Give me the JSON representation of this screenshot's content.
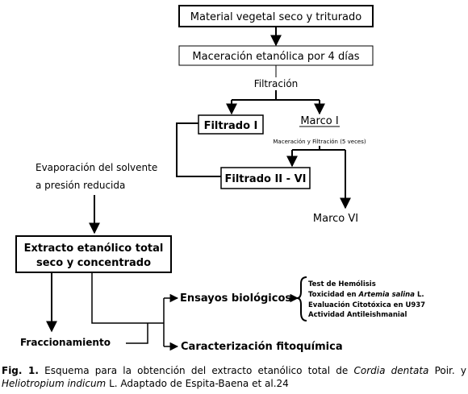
{
  "flowchart": {
    "nodes": {
      "material": "Material vegetal seco y triturado",
      "maceracion": "Maceración etanólica por 4 días",
      "filtracion": "Filtración",
      "filtrado1": "Filtrado I",
      "marco1": "Marco I",
      "maceracion_filtracion": "Maceración y Filtración (5 veces)",
      "evaporacion_l1": "Evaporación del solvente",
      "evaporacion_l2": "a presión reducida",
      "filtrado2": "Filtrado II - VI",
      "marco6": "Marco VI",
      "extracto_l1": "Extracto etanólico total",
      "extracto_l2": "seco y concentrado",
      "ensayos": "Ensayos biológicos",
      "fraccionamiento": "Fraccionamiento",
      "caracterizacion": "Caracterización fitoquímica"
    },
    "ensayos_list": {
      "item1": "Test de Hemólisis",
      "item2_prefix": "Toxicidad en ",
      "item2_species": "Artemia salina",
      "item2_suffix": " L.",
      "item3": "Evaluación Citotóxica en U937",
      "item4": "Actividad Antileishmanial"
    }
  },
  "caption": {
    "label": "Fig. 1.",
    "text1": " Esquema para la obtención del extracto etanólico total de ",
    "species1": "Cordia dentata",
    "text2": " Poir. y ",
    "species2": "Heliotropium indicum",
    "text3": " L. Adaptado de Espita-Baena et al.24"
  }
}
